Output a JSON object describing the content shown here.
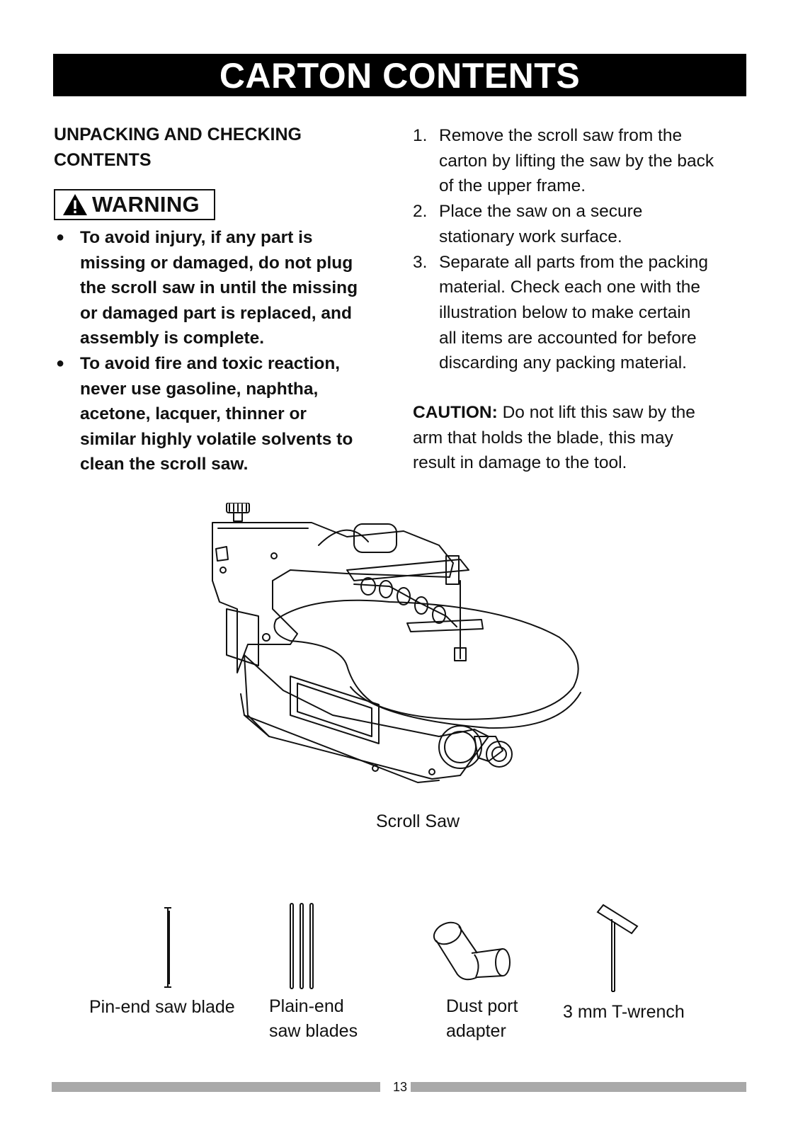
{
  "header": {
    "title": "CARTON CONTENTS"
  },
  "unpacking": {
    "heading_line1": "UNPACKING AND CHECKING",
    "heading_line2": "CONTENTS",
    "warning_label": "WARNING",
    "warning_icon": "warning-triangle-icon",
    "bullet_symbol": "●",
    "bullets": [
      {
        "lines": [
          "To avoid injury, if any part is",
          "missing or damaged, do not plug",
          "the scroll saw in until the missing",
          "or damaged part is replaced, and",
          "assembly is complete."
        ]
      },
      {
        "lines": [
          "To avoid fire and toxic reaction,",
          "never use gasoline, naphtha,",
          "acetone, lacquer, thinner or",
          "similar highly volatile solvents to",
          "clean the scroll saw."
        ]
      }
    ]
  },
  "steps": [
    {
      "num": "1.",
      "lines": [
        "Remove the scroll saw from the",
        "carton by lifting the saw by the back",
        "of the upper frame."
      ]
    },
    {
      "num": "2.",
      "lines": [
        "Place the saw on a secure",
        "stationary work surface."
      ]
    },
    {
      "num": "3.",
      "lines": [
        "Separate all parts from the packing",
        "material. Check each one with the",
        "illustration below to make certain",
        "all items are accounted for before",
        "discarding any packing material."
      ]
    }
  ],
  "caution": {
    "label": "CAUTION:",
    "line1": " Do not lift this saw by the",
    "line2": "arm that holds the blade, this may",
    "line3": "result in damage to the tool."
  },
  "figure": {
    "caption": "Scroll Saw"
  },
  "parts": [
    {
      "line1": "Pin-end saw blade",
      "line2": ""
    },
    {
      "line1": "Plain-end",
      "line2": "saw blades"
    },
    {
      "line1": "Dust port",
      "line2": "adapter"
    },
    {
      "line1": "3 mm T-wrench",
      "line2": ""
    }
  ],
  "footer": {
    "page_number": "13"
  }
}
